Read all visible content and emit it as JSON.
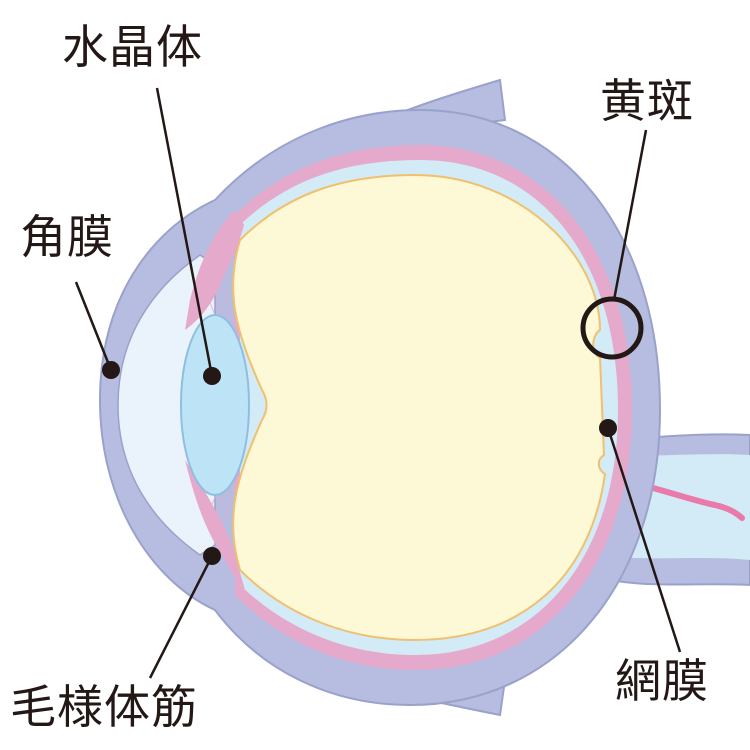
{
  "title": "Eye cross-section",
  "labels": {
    "lens": "水晶体",
    "cornea": "角膜",
    "ciliary_muscle": "毛様体筋",
    "macula": "黄斑",
    "retina": "網膜"
  },
  "colors": {
    "sclera": "#b7bde0",
    "sclera_stroke": "#9aa2cc",
    "choroid": "#e4a9cb",
    "retina": "#d3ebf7",
    "vitreous": "#fdf8d6",
    "vitreous_stroke": "#f0c070",
    "lens": "#bde3f6",
    "cornea_inner": "#eaf3fb",
    "vessel": "#e97aa9",
    "ink": "#231815"
  }
}
